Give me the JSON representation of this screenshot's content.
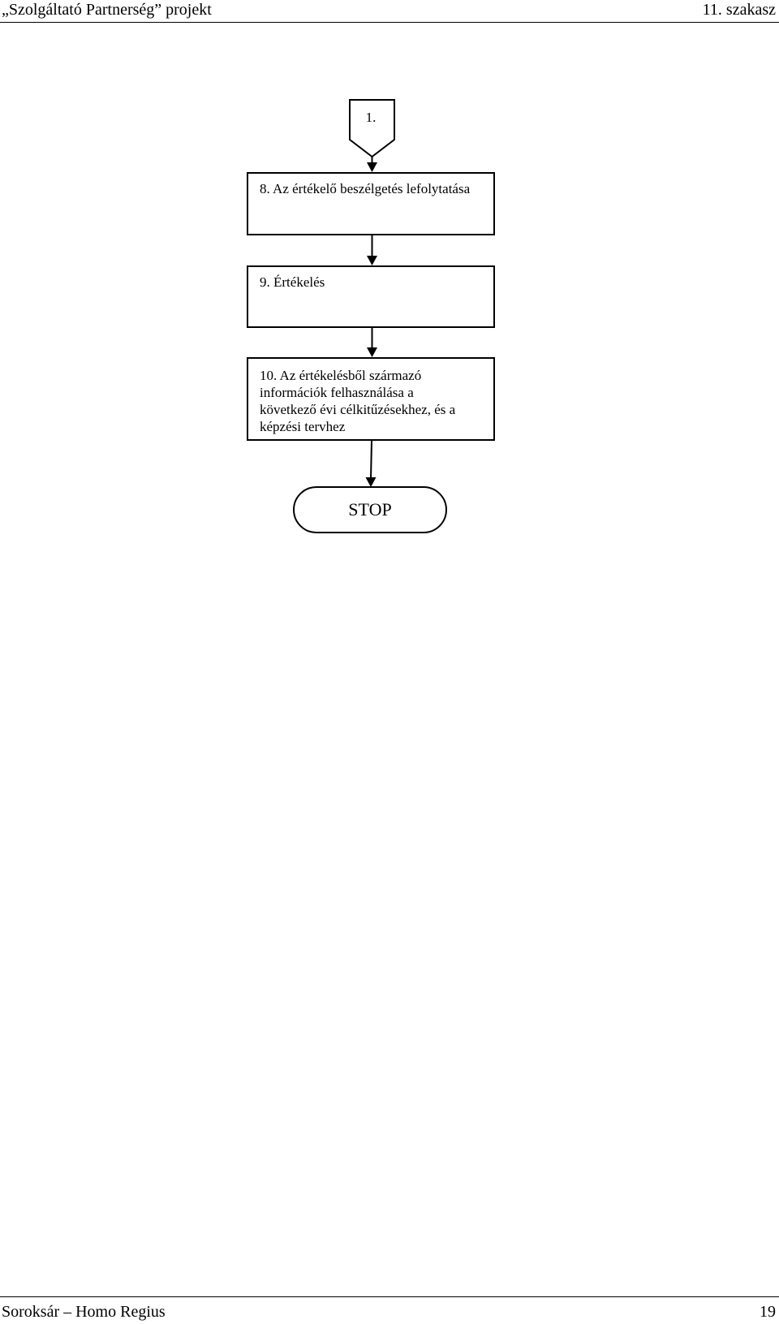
{
  "header": {
    "left": "„Szolgáltató Partnerség” projekt",
    "right": "11. szakasz"
  },
  "flowchart": {
    "connector": "1.",
    "step8": "8. Az értékelő beszélgetés lefolytatása",
    "step9": "9. Értékelés",
    "step10": {
      "line1": "10. Az értékelésből származó",
      "line2": "információk felhasználása a",
      "line3": "következő évi célkitűzésekhez, és a",
      "line4": "képzési tervhez"
    },
    "terminator": "STOP"
  },
  "footer": {
    "left": "Soroksár – Homo Regius",
    "right": "19"
  }
}
